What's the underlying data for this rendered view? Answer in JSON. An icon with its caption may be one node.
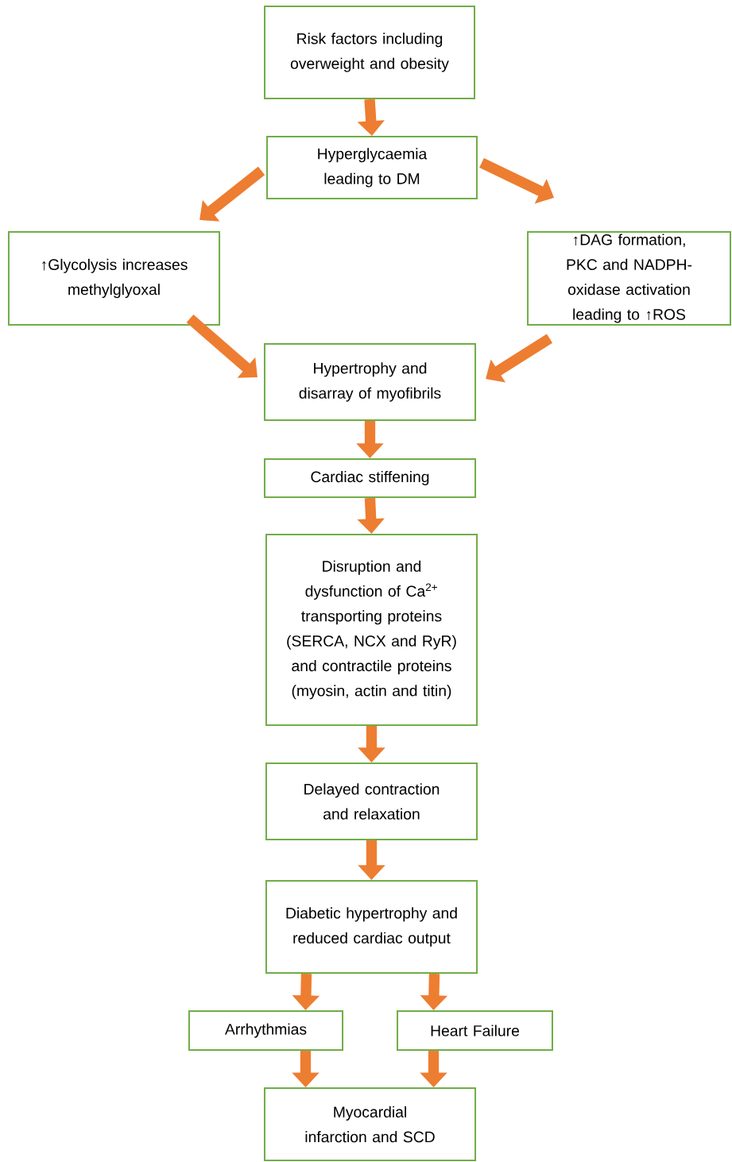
{
  "diagram": {
    "nodes": [
      {
        "text": [
          "Risk factors including overweight and obesity"
        ]
      },
      {
        "text": [
          "Hyperglycaemia leading to DM"
        ]
      },
      {
        "text": [
          "↑Glycolysis increases methylglyoxal"
        ]
      },
      {
        "text": [
          "↑DAG formation, PKC and NADPH-oxidase activation leading to ↑ROS"
        ]
      },
      {
        "text": [
          "Hypertrophy and disarray of myofibrils"
        ]
      },
      {
        "text": [
          "Cardiac stiffening"
        ]
      },
      {
        "text": [
          "Disruption and dysfunction of Ca$^{2+}$ transporting proteins (SERCA, NCX and RyR) and contractile proteins (myosin, actin and titin)"
        ]
      },
      {
        "text": [
          "Delayed contraction and relaxation"
        ]
      },
      {
        "text": [
          "Diabetic hypertrophy and reduced cardiac output"
        ]
      },
      {
        "text": [
          "Arrhythmias"
        ]
      },
      {
        "text": [
          "Heart Failure"
        ]
      },
      {
        "text": [
          "Myocardial infarction and SCD"
        ]
      }
    ],
    "edges": [
      {
        "from": 0,
        "to": 1,
        "arrow": "to"
      },
      {
        "from": 1,
        "to": 2,
        "arrow": "to"
      },
      {
        "from": 1,
        "to": 3,
        "arrow": "to"
      },
      {
        "from": 2,
        "to": 4,
        "arrow": "to"
      },
      {
        "from": 3,
        "to": 4,
        "arrow": "to"
      },
      {
        "from": 4,
        "to": 5,
        "arrow": "to"
      },
      {
        "from": 5,
        "to": 6,
        "arrow": "to"
      },
      {
        "from": 6,
        "to": 7,
        "arrow": "to"
      },
      {
        "from": 7,
        "to": 8,
        "arrow": "to"
      },
      {
        "from": 8,
        "to": 9,
        "arrow": "to"
      },
      {
        "from": 8,
        "to": 10,
        "arrow": "to"
      },
      {
        "from": 9,
        "to": 11,
        "arrow": "to"
      },
      {
        "from": 10,
        "to": 11,
        "arrow": "to"
      }
    ]
  }
}
